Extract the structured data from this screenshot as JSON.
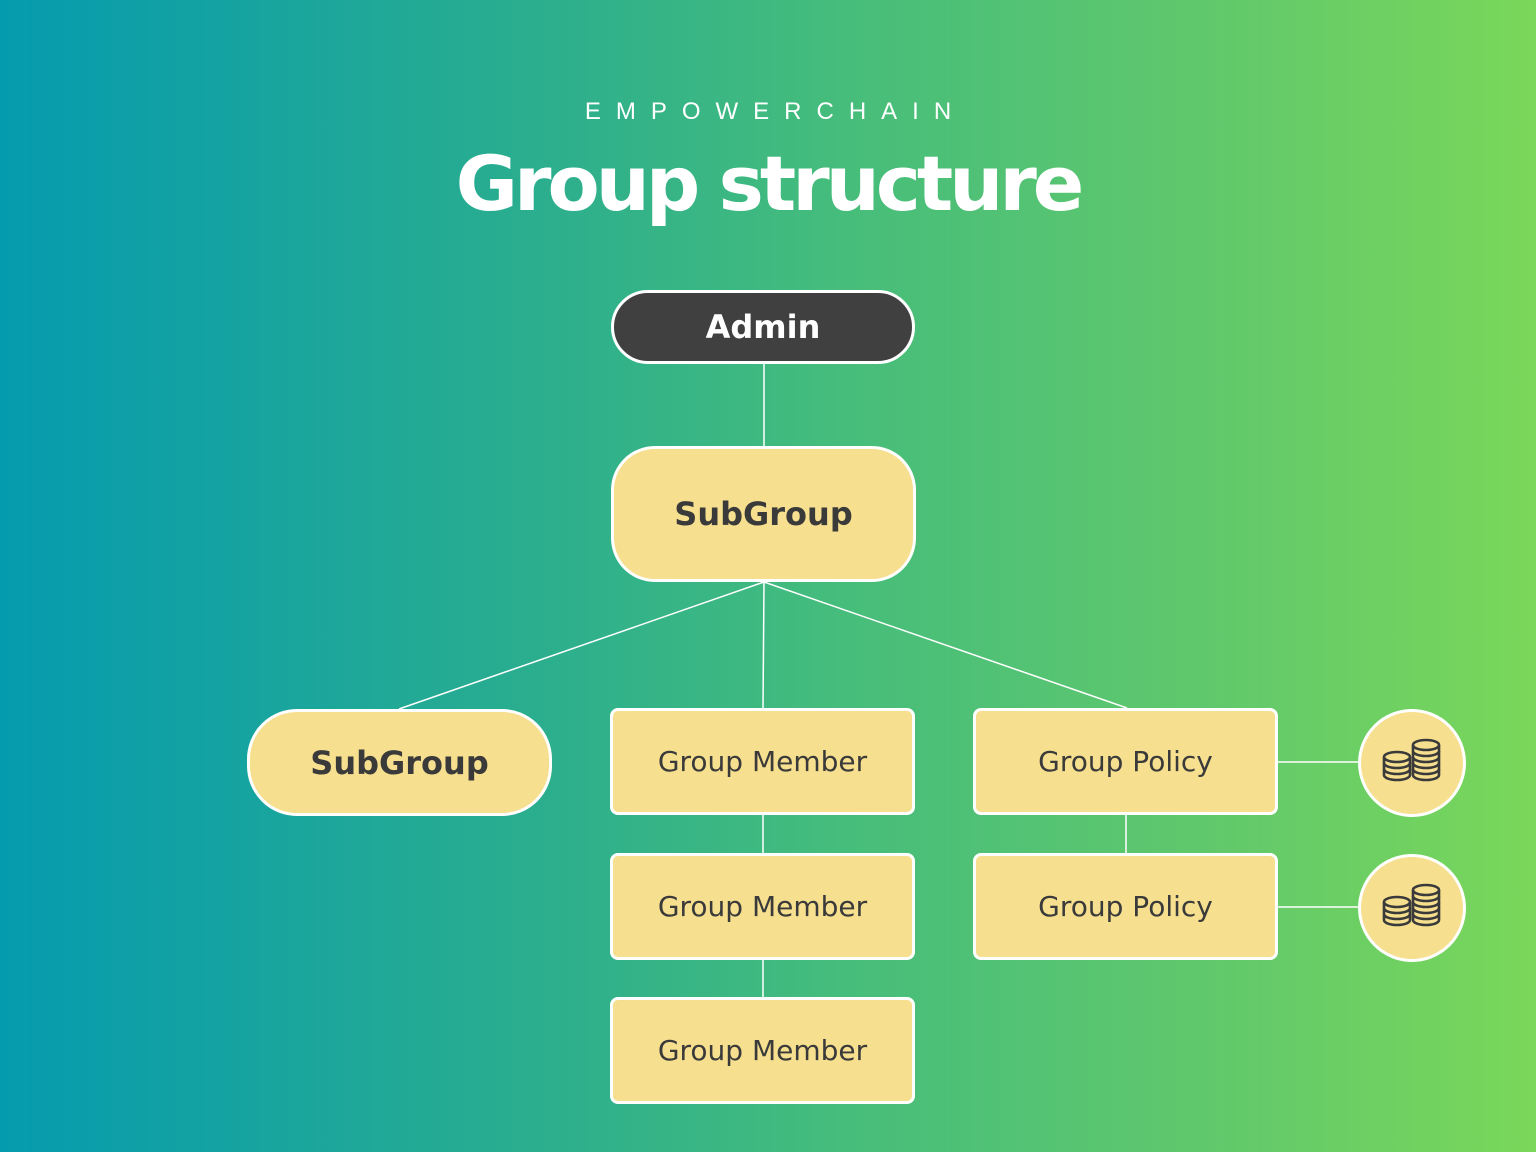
{
  "header": {
    "eyebrow": "EMPOWERCHAIN",
    "title": "Group structure"
  },
  "nodes": {
    "admin": "Admin",
    "subgroup_main": "SubGroup",
    "subgroup_child": "SubGroup",
    "members": [
      "Group Member",
      "Group Member",
      "Group Member"
    ],
    "policies": [
      "Group Policy",
      "Group Policy"
    ]
  },
  "icons": {
    "policy_attachment": "coins-stack-icon"
  },
  "colors": {
    "node_fill": "#f6df8e",
    "admin_fill": "#404040",
    "background_start": "#059baf",
    "background_end": "#7ad75a"
  }
}
